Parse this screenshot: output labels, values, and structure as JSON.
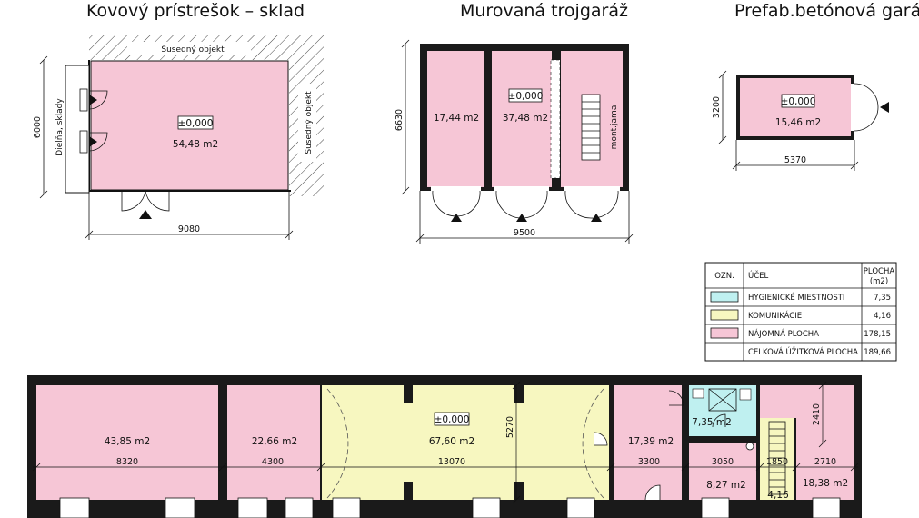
{
  "titles": {
    "shed": "Kovový prístrešok – sklad",
    "garage3": "Murovaná trojgaráž",
    "prefab": "Prefab.betónová garáž"
  },
  "shed": {
    "level": "±0,000",
    "area": "54,48 m2",
    "neighbor_top": "Susedný objekt",
    "neighbor_right": "Susedný objekt",
    "workshop": "Dielňa, sklady",
    "dim_width": "9080",
    "dim_height": "6000"
  },
  "garage3": {
    "level": "±0,000",
    "area_left": "17,44 m2",
    "area_mid": "37,48 m2",
    "pit": "mont.jama",
    "dim_width": "9500",
    "dim_height": "6630"
  },
  "prefab": {
    "level": "±0,000",
    "area": "15,46 m2",
    "dim_width": "5370",
    "dim_height": "3200"
  },
  "legend": {
    "col_mark": "OZN.",
    "col_purpose": "ÚČEL",
    "col_area_1": "PLOCHA",
    "col_area_2": "(m2)",
    "rows": [
      {
        "label": "HYGIENICKÉ MIESTNOSTI",
        "value": "7,35",
        "color": "#bff0f0"
      },
      {
        "label": "KOMUNIKÁCIE",
        "value": "4,16",
        "color": "#f7f7c0"
      },
      {
        "label": "NÁJOMNÁ PLOCHA",
        "value": "178,15",
        "color": "#f6c6d6"
      }
    ],
    "total_label": "CELKOVÁ ÚŽITKOVÁ PLOCHA",
    "total_value": "189,66"
  },
  "main": {
    "level": "±0,000",
    "rooms": {
      "r1": "43,85 m2",
      "r2": "22,66 m2",
      "r3": "67,60 m2",
      "r4": "17,39 m2",
      "wc": "7,35 m2",
      "r6": "8,27 m2",
      "stair": "4,16",
      "r8": "18,38 m2"
    },
    "dims": {
      "d1": "8320",
      "d2": "4300",
      "d3": "13070",
      "d4": "3300",
      "d5": "3050",
      "d6": "1850",
      "d7": "2710",
      "v1": "5270",
      "v2": "2410"
    }
  },
  "colors": {
    "rental": "#f6c6d6",
    "communication": "#f7f7c0",
    "hygiene": "#bff0f0",
    "wall": "#1a1a1a"
  }
}
